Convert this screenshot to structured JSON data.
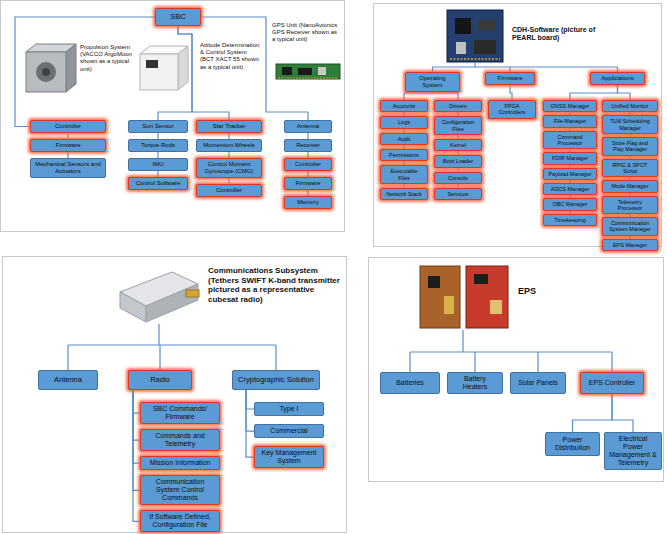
{
  "diagram": {
    "nodes": [
      {
        "text": [
          "SBC"
        ]
      },
      {
        "text": [
          "Controller"
        ]
      },
      {
        "text": [
          "Firmware"
        ]
      },
      {
        "text": [
          "Mechanical Sensors and Actuators"
        ]
      },
      {
        "text": [
          "Sun Sensor"
        ]
      },
      {
        "text": [
          "Torque Rods"
        ]
      },
      {
        "text": [
          "IMU"
        ]
      },
      {
        "text": [
          "Control Software"
        ]
      },
      {
        "text": [
          "Star Tracker"
        ]
      },
      {
        "text": [
          "Momentum Wheels"
        ]
      },
      {
        "text": [
          "Control Moment Gyroscope (CMG)"
        ]
      },
      {
        "text": [
          "Controller"
        ]
      },
      {
        "text": [
          "Antenna"
        ]
      },
      {
        "text": [
          "Receiver"
        ]
      },
      {
        "text": [
          "Controller"
        ]
      },
      {
        "text": [
          "Firmware"
        ]
      },
      {
        "text": [
          "Memory"
        ]
      },
      {
        "text": [
          "Operating System"
        ]
      },
      {
        "text": [
          "Firmware"
        ]
      },
      {
        "text": [
          "Applications"
        ]
      },
      {
        "text": [
          "Accounts"
        ]
      },
      {
        "text": [
          "Logs"
        ]
      },
      {
        "text": [
          "Audit"
        ]
      },
      {
        "text": [
          "Permissions"
        ]
      },
      {
        "text": [
          "Executable Files"
        ]
      },
      {
        "text": [
          "Network Stack"
        ]
      },
      {
        "text": [
          "Drivers"
        ]
      },
      {
        "text": [
          "Configuration Files"
        ]
      },
      {
        "text": [
          "Kernel"
        ]
      },
      {
        "text": [
          "Boot Loader"
        ]
      },
      {
        "text": [
          "Console"
        ]
      },
      {
        "text": [
          "Services"
        ]
      },
      {
        "text": [
          "FPGA Controllers"
        ]
      },
      {
        "text": [
          "GNSS Manager"
        ]
      },
      {
        "text": [
          "File Manager"
        ]
      },
      {
        "text": [
          "Command Processor"
        ]
      },
      {
        "text": [
          "FDIR Manager"
        ]
      },
      {
        "text": [
          "Payload Manager"
        ]
      },
      {
        "text": [
          "ADCS Manager"
        ]
      },
      {
        "text": [
          "OBC Manager"
        ]
      },
      {
        "text": [
          "Timekeeping"
        ]
      },
      {
        "text": [
          "Unified Monitor"
        ]
      },
      {
        "text": [
          "TLM Scheduling Manager"
        ]
      },
      {
        "text": [
          "Store Flag and Play Manager"
        ]
      },
      {
        "text": [
          "RPIC & SPOT Script"
        ]
      },
      {
        "text": [
          "Mode Manager"
        ]
      },
      {
        "text": [
          "Telemetry Processor"
        ]
      },
      {
        "text": [
          "Communication System Manager"
        ]
      },
      {
        "text": [
          "EPS Manager"
        ]
      },
      {
        "text": [
          "Antenna"
        ]
      },
      {
        "text": [
          "Radio"
        ]
      },
      {
        "text": [
          "Cryptographic Solution"
        ]
      },
      {
        "text": [
          "SBC Commands/ Firmware"
        ]
      },
      {
        "text": [
          "Commands and Telemetry"
        ]
      },
      {
        "text": [
          "Mission Information"
        ]
      },
      {
        "text": [
          "Communication System Control Commands"
        ]
      },
      {
        "text": [
          "If Software Defined, Configuration File"
        ]
      },
      {
        "text": [
          "Type I"
        ]
      },
      {
        "text": [
          "Commercial"
        ]
      },
      {
        "text": [
          "Key Management System"
        ]
      },
      {
        "text": [
          "Batteries"
        ]
      },
      {
        "text": [
          "Battery Heaters"
        ]
      },
      {
        "text": [
          "Solar Panels"
        ]
      },
      {
        "text": [
          "EPS Controller"
        ]
      },
      {
        "text": [
          "Power Distribution"
        ]
      },
      {
        "text": [
          "Electrical Power Management & Telemetry"
        ]
      }
    ],
    "edges": [
      {
        "from": 0,
        "to": 1,
        "arrow": "none"
      },
      {
        "from": 0,
        "to": 4,
        "arrow": "none"
      },
      {
        "from": 0,
        "to": 8,
        "arrow": "none"
      },
      {
        "from": 0,
        "to": 12,
        "arrow": "none"
      },
      {
        "from": 1,
        "to": 2,
        "arrow": "none"
      },
      {
        "from": 2,
        "to": 3,
        "arrow": "none"
      },
      {
        "from": 4,
        "to": 5,
        "arrow": "none"
      },
      {
        "from": 5,
        "to": 6,
        "arrow": "none"
      },
      {
        "from": 6,
        "to": 7,
        "arrow": "none"
      },
      {
        "from": 8,
        "to": 9,
        "arrow": "none"
      },
      {
        "from": 9,
        "to": 10,
        "arrow": "none"
      },
      {
        "from": 10,
        "to": 11,
        "arrow": "none"
      },
      {
        "from": 12,
        "to": 13,
        "arrow": "none"
      },
      {
        "from": 13,
        "to": 14,
        "arrow": "none"
      },
      {
        "from": 14,
        "to": 15,
        "arrow": "none"
      },
      {
        "from": 15,
        "to": 16,
        "arrow": "none"
      },
      {
        "from": 17,
        "to": 20,
        "arrow": "none"
      },
      {
        "from": 17,
        "to": 26,
        "arrow": "none"
      },
      {
        "from": 18,
        "to": 32,
        "arrow": "none"
      },
      {
        "from": 19,
        "to": 33,
        "arrow": "none"
      },
      {
        "from": 19,
        "to": 41,
        "arrow": "none"
      },
      {
        "from": 20,
        "to": 21,
        "arrow": "none"
      },
      {
        "from": 21,
        "to": 22,
        "arrow": "none"
      },
      {
        "from": 22,
        "to": 23,
        "arrow": "none"
      },
      {
        "from": 23,
        "to": 24,
        "arrow": "none"
      },
      {
        "from": 24,
        "to": 25,
        "arrow": "none"
      },
      {
        "from": 26,
        "to": 27,
        "arrow": "none"
      },
      {
        "from": 27,
        "to": 28,
        "arrow": "none"
      },
      {
        "from": 28,
        "to": 29,
        "arrow": "none"
      },
      {
        "from": 29,
        "to": 30,
        "arrow": "none"
      },
      {
        "from": 30,
        "to": 31,
        "arrow": "none"
      },
      {
        "from": 33,
        "to": 34,
        "arrow": "none"
      },
      {
        "from": 34,
        "to": 35,
        "arrow": "none"
      },
      {
        "from": 35,
        "to": 36,
        "arrow": "none"
      },
      {
        "from": 36,
        "to": 37,
        "arrow": "none"
      },
      {
        "from": 37,
        "to": 38,
        "arrow": "none"
      },
      {
        "from": 38,
        "to": 39,
        "arrow": "none"
      },
      {
        "from": 39,
        "to": 40,
        "arrow": "none"
      },
      {
        "from": 41,
        "to": 42,
        "arrow": "none"
      },
      {
        "from": 42,
        "to": 43,
        "arrow": "none"
      },
      {
        "from": 43,
        "to": 44,
        "arrow": "none"
      },
      {
        "from": 44,
        "to": 45,
        "arrow": "none"
      },
      {
        "from": 45,
        "to": 46,
        "arrow": "none"
      },
      {
        "from": 46,
        "to": 47,
        "arrow": "none"
      },
      {
        "from": 47,
        "to": 48,
        "arrow": "none"
      },
      {
        "from": 50,
        "to": 52,
        "arrow": "none"
      },
      {
        "from": 50,
        "to": 53,
        "arrow": "none"
      },
      {
        "from": 50,
        "to": 54,
        "arrow": "none"
      },
      {
        "from": 50,
        "to": 55,
        "arrow": "none"
      },
      {
        "from": 50,
        "to": 56,
        "arrow": "none"
      },
      {
        "from": 51,
        "to": 57,
        "arrow": "none"
      },
      {
        "from": 51,
        "to": 58,
        "arrow": "none"
      },
      {
        "from": 51,
        "to": 59,
        "arrow": "none"
      },
      {
        "from": 63,
        "to": 64,
        "arrow": "none"
      },
      {
        "from": 63,
        "to": 65,
        "arrow": "none"
      }
    ],
    "labels": [
      "Propulsion System (VACCO ArgoMoon shown as a typical unit)",
      "Attitude Determination & Control System (BCT XACT 55 shown as a typical unit)",
      "GPS Unit (NanoAvionics GPS Receiver shown as a typical unit)",
      "CDH-Software (picture of PEARL board)",
      "Communications Subsystem (Tethers SWIFT K-band transmitter pictured as a representative cubesat radio)",
      "EPS"
    ]
  }
}
